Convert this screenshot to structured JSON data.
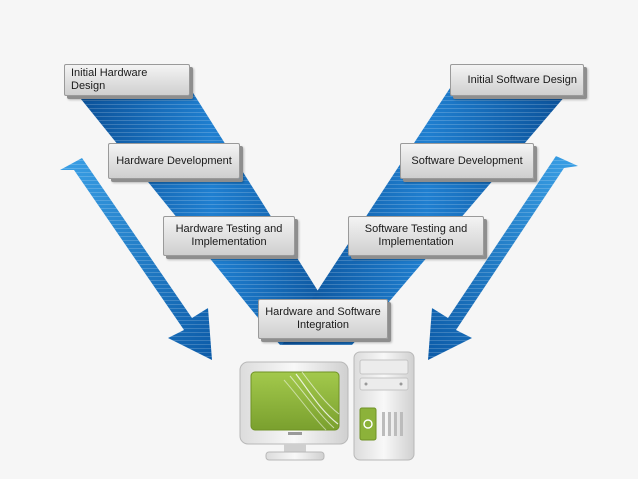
{
  "diagram": {
    "steps": {
      "initial_hardware_design": "Initial Hardware Design",
      "hardware_development": "Hardware Development",
      "hardware_testing": "Hardware Testing and\n    Implementation",
      "integration": "Hardware and Software\n       Integration",
      "software_testing": "Software Testing and\n    Implementation",
      "software_development": "Software Development",
      "initial_software_design": "Initial Software Design"
    },
    "icons": {
      "v_shape": "v-shaped-blue-band",
      "left_arrow": "down-right-arrow",
      "right_arrow": "down-left-arrow",
      "computer": "desktop-computer-icon"
    },
    "colors": {
      "band_blue": "#1a73c4",
      "band_dark": "#0a4f96",
      "screen_green": "#8cb23a",
      "box_border": "#9a9a9a"
    }
  }
}
